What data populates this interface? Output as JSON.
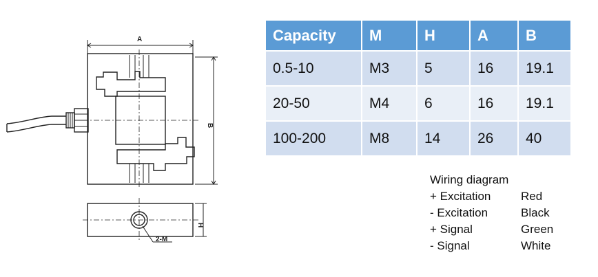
{
  "drawing": {
    "dim_a_label": "A",
    "dim_b_label": "B",
    "thread_label": "2-M",
    "height_label": "H"
  },
  "table": {
    "headers": [
      "Capacity",
      "M",
      "H",
      "A",
      "B"
    ],
    "rows": [
      [
        "0.5-10",
        "M3",
        "5",
        "16",
        "19.1"
      ],
      [
        "20-50",
        "M4",
        "6",
        "16",
        "19.1"
      ],
      [
        "100-200",
        "M8",
        "14",
        "26",
        "40"
      ]
    ],
    "colors": {
      "header_bg": "#5b9bd5",
      "row_odd_bg": "#d1ddef",
      "row_even_bg": "#e9eff7"
    }
  },
  "wiring": {
    "title": "Wiring diagram",
    "rows": [
      {
        "signal": "+ Excitation",
        "color": "Red"
      },
      {
        "signal": "- Excitation",
        "color": "Black"
      },
      {
        "signal": "+ Signal",
        "color": "Green"
      },
      {
        "signal": "- Signal",
        "color": "White"
      }
    ]
  }
}
